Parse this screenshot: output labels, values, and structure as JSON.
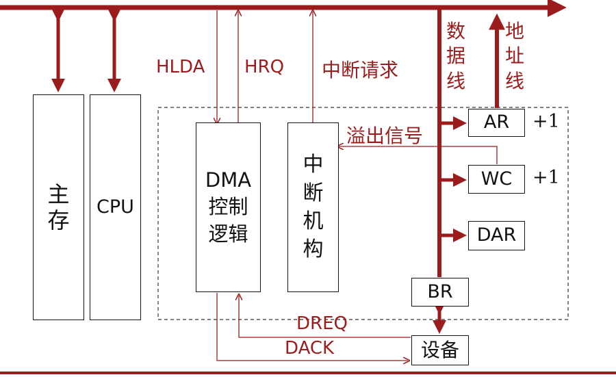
{
  "colors": {
    "bus": "#9b1c1c",
    "box_border": "#111111",
    "dashed": "#333333"
  },
  "boxes": {
    "main_memory": "主\n存",
    "cpu": "CPU",
    "dma_logic": "DMA\n控制\n逻辑",
    "interrupt": "中\n断\n机\n构",
    "ar": "AR",
    "wc": "WC",
    "dar": "DAR",
    "br": "BR",
    "device": "设备"
  },
  "labels": {
    "hlda": "HLDA",
    "hrq": "HRQ",
    "interrupt_request": "中断请求",
    "data_line": "数\n据\n线",
    "address_line": "地\n址\n线",
    "overflow_signal": "溢出信号",
    "ar_inc": "+1",
    "wc_inc": "+1",
    "dreq": "DREQ",
    "dack": "DACK"
  }
}
